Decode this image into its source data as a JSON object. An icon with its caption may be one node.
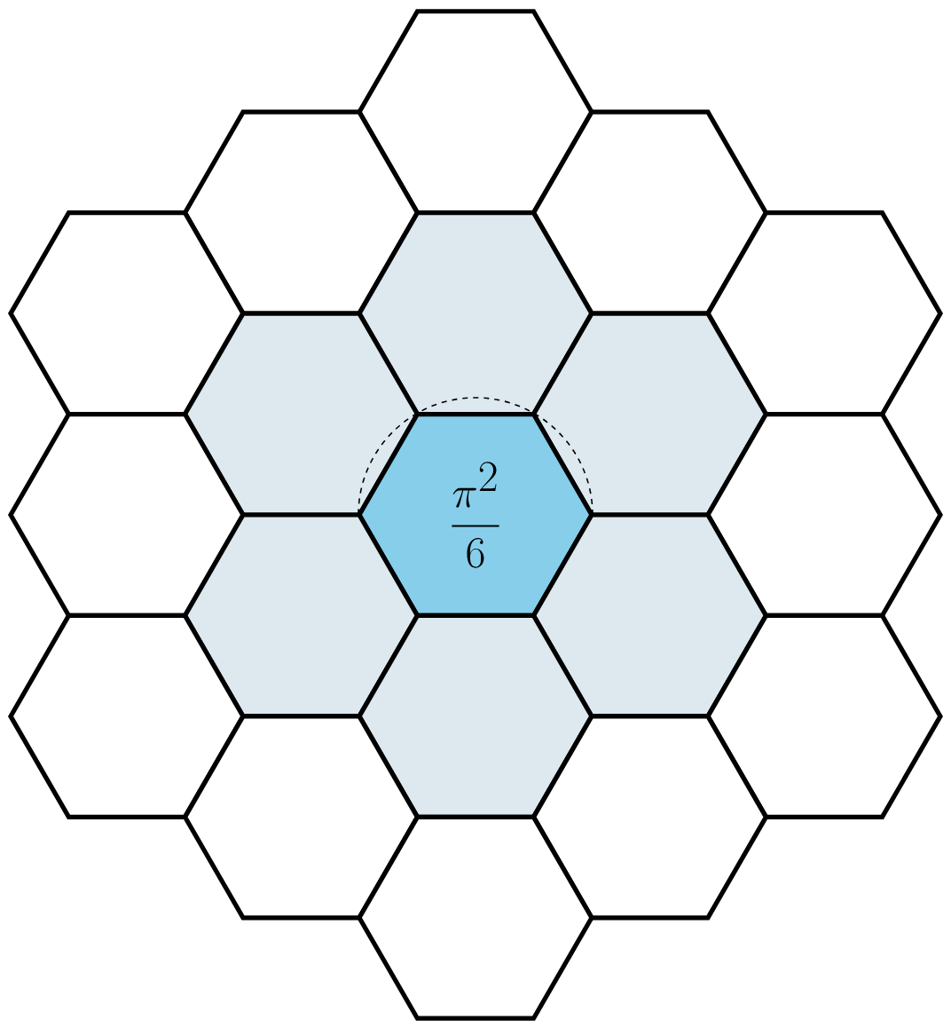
{
  "diagram": {
    "nodes": [
      {
        "text": [],
        "shape": "hexagon"
      },
      {
        "text": [],
        "shape": "hexagon"
      },
      {
        "text": [],
        "shape": "hexagon"
      },
      {
        "text": [],
        "shape": "hexagon"
      },
      {
        "text": [],
        "shape": "hexagon"
      },
      {
        "text": [],
        "shape": "hexagon"
      },
      {
        "text": [],
        "shape": "hexagon"
      },
      {
        "text": [],
        "shape": "hexagon"
      },
      {
        "text": [],
        "shape": "hexagon"
      },
      {
        "text": [
          "\\frac{\\pi^2}{6}"
        ]
      },
      {
        "text": [],
        "shape": "hexagon"
      },
      {
        "text": [],
        "shape": "hexagon"
      },
      {
        "text": [],
        "shape": "hexagon"
      },
      {
        "text": [],
        "shape": "hexagon"
      },
      {
        "text": [],
        "shape": "hexagon"
      },
      {
        "text": [],
        "shape": "hexagon"
      },
      {
        "text": [],
        "shape": "hexagon"
      },
      {
        "text": [],
        "shape": "hexagon"
      },
      {
        "text": [],
        "shape": "hexagon"
      }
    ]
  }
}
